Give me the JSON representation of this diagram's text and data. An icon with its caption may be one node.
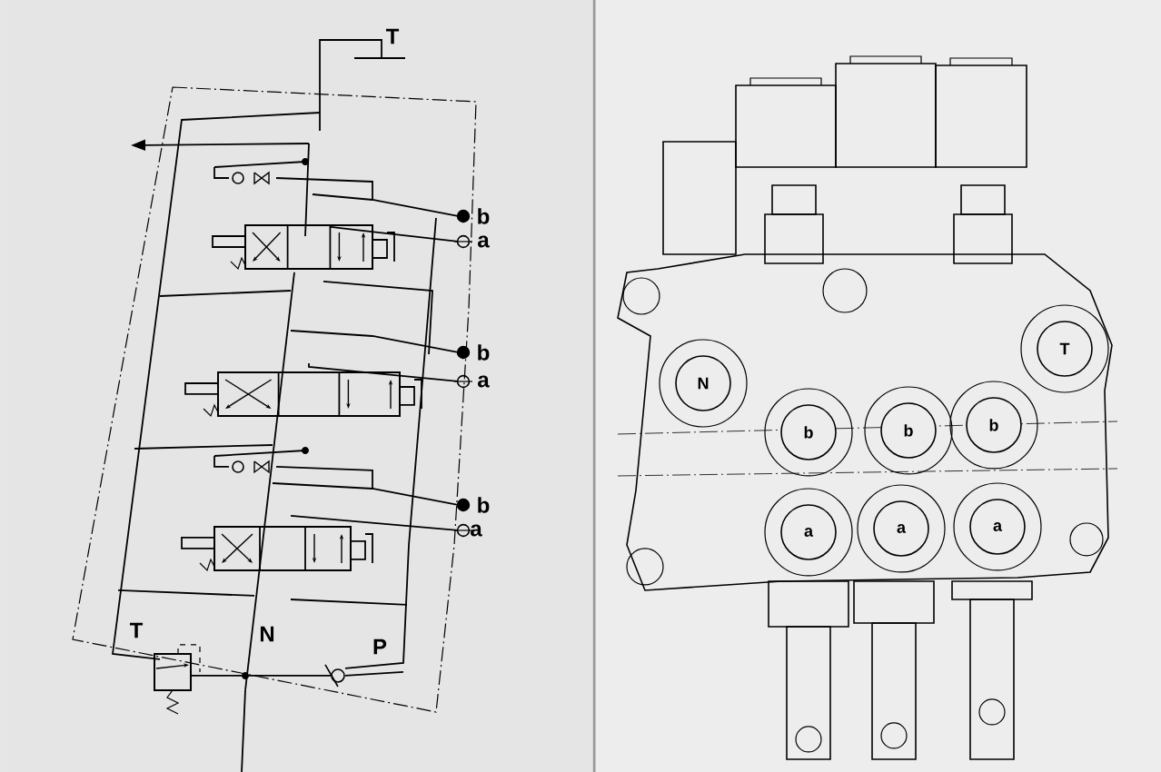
{
  "diagram": {
    "nodes": [
      {
        "text": [
          "N"
        ]
      },
      {
        "text": [
          "T"
        ]
      },
      {
        "text": [
          "b"
        ]
      },
      {
        "text": [
          "b"
        ]
      },
      {
        "text": [
          "b"
        ]
      },
      {
        "text": [
          "a"
        ]
      },
      {
        "text": [
          "a"
        ]
      },
      {
        "text": [
          "a"
        ]
      }
    ],
    "labels": [
      "T",
      "b",
      "a",
      "b",
      "a",
      "b",
      "a",
      "N",
      "T",
      "P"
    ]
  }
}
